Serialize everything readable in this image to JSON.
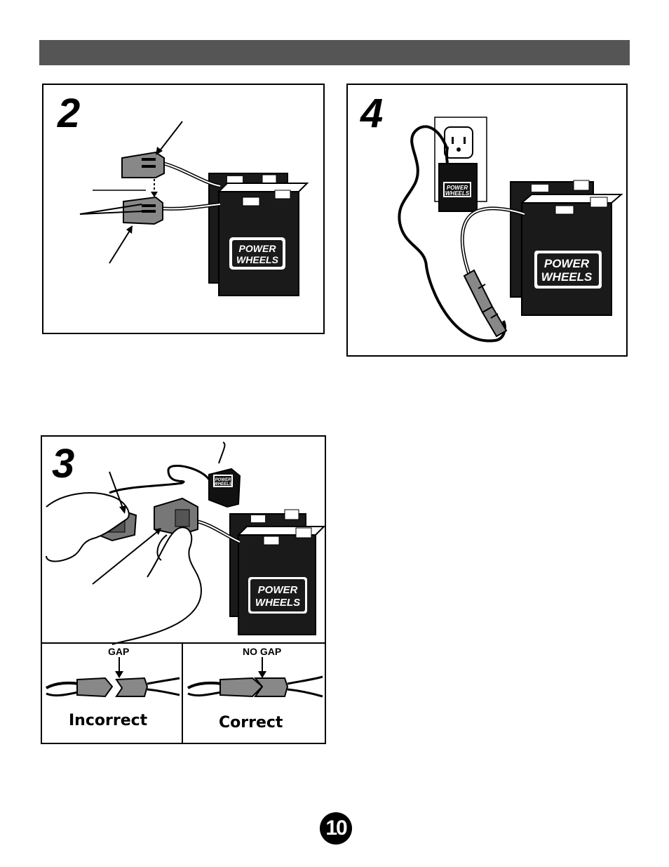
{
  "header": {
    "color": "#555555"
  },
  "step2": {
    "number": "2",
    "logo_line1": "POWER",
    "logo_line2": "WHEELS"
  },
  "step4": {
    "number": "4",
    "logo_line1": "POWER",
    "logo_line2": "WHEELS",
    "adapter_logo_line1": "POWER",
    "adapter_logo_line2": "WHEELS"
  },
  "step3": {
    "number": "3",
    "logo_line1": "POWER",
    "logo_line2": "WHEELS",
    "adapter_logo_line1": "POWER",
    "adapter_logo_line2": "WHEELS",
    "incorrect": {
      "caption": "GAP",
      "label": "Incorrect"
    },
    "correct": {
      "caption": "NO GAP",
      "label": "Correct"
    }
  },
  "page_number": "10"
}
